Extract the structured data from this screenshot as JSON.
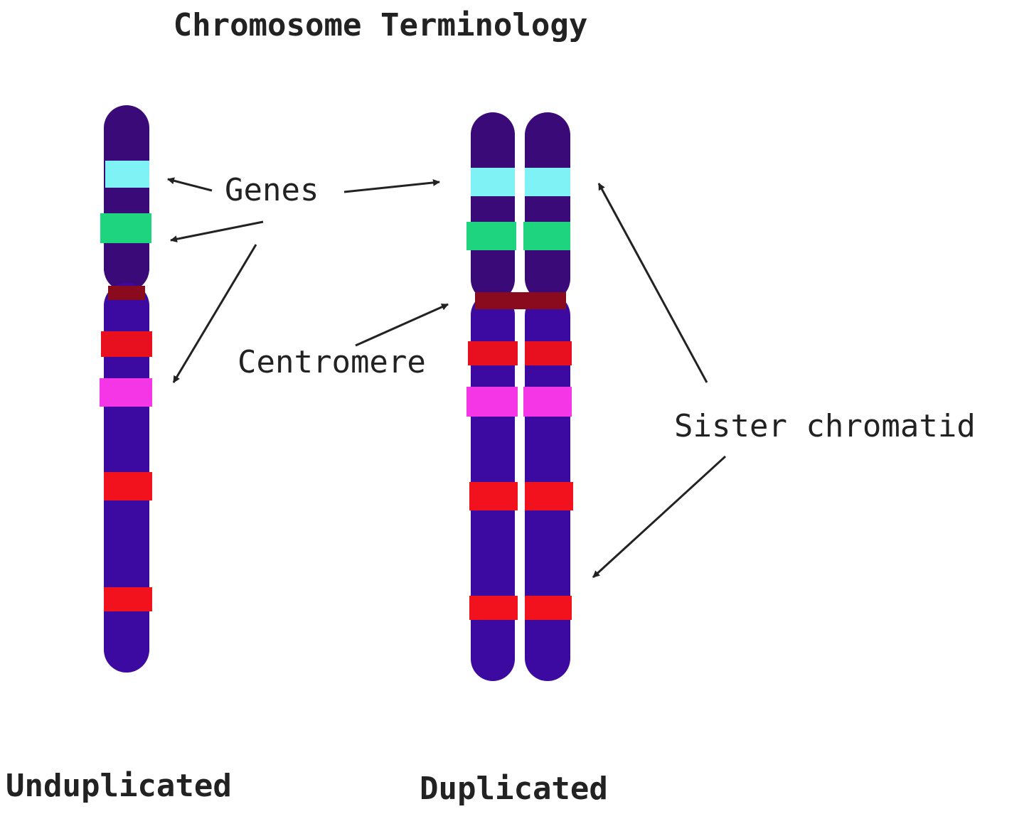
{
  "title": "Chromosome Terminology",
  "labels": {
    "genes": "Genes",
    "centromere": "Centromere",
    "sister_chromatid": "Sister chromatid",
    "unduplicated": "Unduplicated",
    "duplicated": "Duplicated"
  },
  "colors": {
    "chromatid_dark": "#3a0a78",
    "chromatid_body": "#3c0aa0",
    "gene_cyan": "#7ef2f5",
    "gene_green": "#1fd47e",
    "band_red": "#f2121e",
    "gene_magenta": "#f536e6",
    "centromere": "#8a0a1e",
    "arrow": "#222222"
  }
}
